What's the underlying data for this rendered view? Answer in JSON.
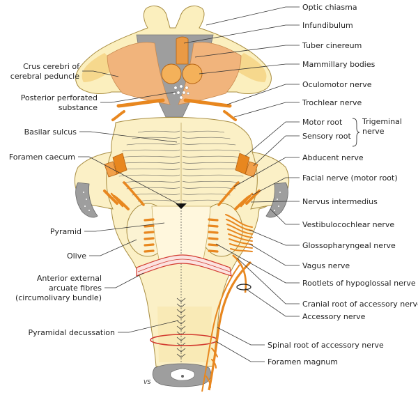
{
  "diagram": {
    "signature": "VS",
    "colors": {
      "stem": "#fbf0c6",
      "stem_stroke": "#a88d42",
      "highlight": "#f3cf78",
      "nerve": "#e8871f",
      "nerve_dark": "#b5610f",
      "grey": "#9a9a9a",
      "red": "#d23a2f",
      "peach": "#f1b47c"
    },
    "labels_right": [
      {
        "id": "optic-chiasma",
        "text": "Optic chiasma"
      },
      {
        "id": "infundibulum",
        "text": "Infundibulum"
      },
      {
        "id": "tuber-cinereum",
        "text": "Tuber cinereum"
      },
      {
        "id": "mammillary-bodies",
        "text": "Mammillary bodies"
      },
      {
        "id": "oculomotor-nerve",
        "text": "Oculomotor nerve"
      },
      {
        "id": "trochlear-nerve",
        "text": "Trochlear nerve"
      },
      {
        "id": "motor-root",
        "text": "Motor root"
      },
      {
        "id": "sensory-root",
        "text": "Sensory root"
      },
      {
        "id": "abducent-nerve",
        "text": "Abducent nerve"
      },
      {
        "id": "facial-nerve-motor-root",
        "text": "Facial nerve (motor root)"
      },
      {
        "id": "nervus-intermedius",
        "text": "Nervus intermedius"
      },
      {
        "id": "vestibulocochlear-nerve",
        "text": "Vestibulocochlear nerve"
      },
      {
        "id": "glossopharyngeal-nerve",
        "text": "Glossopharyngeal nerve"
      },
      {
        "id": "vagus-nerve",
        "text": "Vagus nerve"
      },
      {
        "id": "rootlets-of-hypoglossal-nerve",
        "text": "Rootlets of hypoglossal nerve"
      },
      {
        "id": "cranial-root-of-accessory-nerve",
        "text": "Cranial root of accessory nerve"
      },
      {
        "id": "accessory-nerve",
        "text": "Accessory nerve"
      },
      {
        "id": "spinal-root-of-accessory-nerve",
        "text": "Spinal root of accessory nerve"
      },
      {
        "id": "foramen-magnum",
        "text": "Foramen magnum"
      }
    ],
    "trigeminal": {
      "line1": "Trigeminal",
      "line2": "nerve"
    },
    "labels_left": [
      {
        "id": "crus-cerebri",
        "lines": [
          "Crus cerebri of",
          "cerebral peduncle"
        ]
      },
      {
        "id": "posterior-perforated-substance",
        "lines": [
          "Posterior perforated",
          "substance"
        ]
      },
      {
        "id": "basilar-sulcus",
        "lines": [
          "Basilar sulcus"
        ]
      },
      {
        "id": "foramen-caecum",
        "lines": [
          "Foramen caecum"
        ]
      },
      {
        "id": "pyramid",
        "lines": [
          "Pyramid"
        ]
      },
      {
        "id": "olive",
        "lines": [
          "Olive"
        ]
      },
      {
        "id": "anterior-external-arcuate-fibres",
        "lines": [
          "Anterior external",
          "arcuate fibres",
          "(circumolivary bundle)"
        ]
      },
      {
        "id": "pyramidal-decussation",
        "lines": [
          "Pyramidal decussation"
        ]
      }
    ]
  }
}
